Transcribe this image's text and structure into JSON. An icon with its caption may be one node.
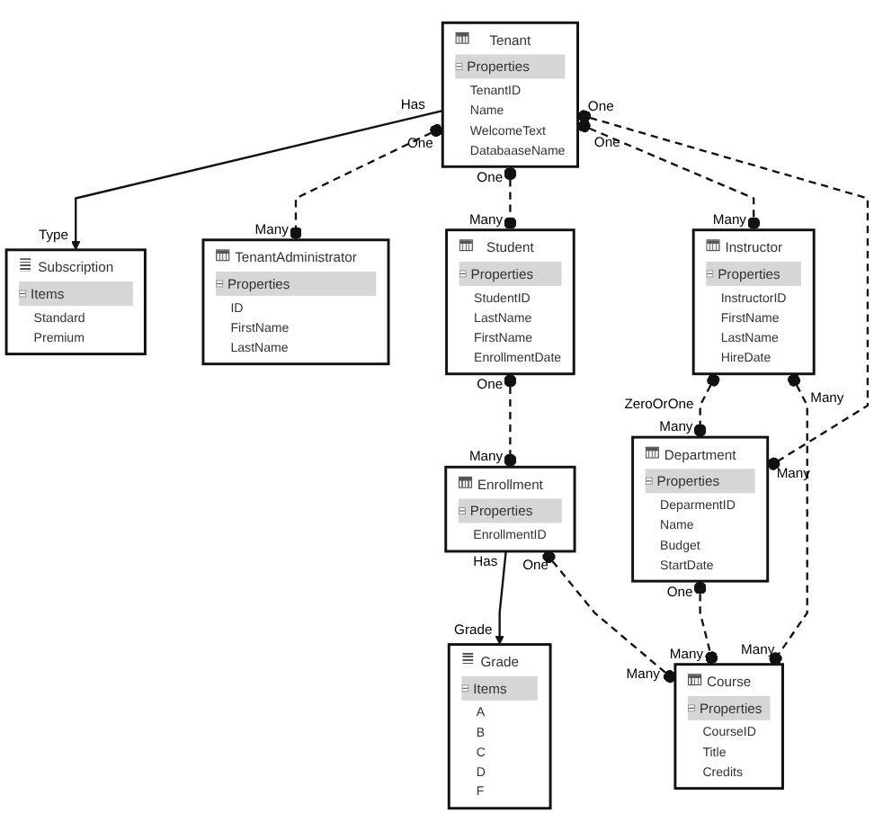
{
  "diagram": {
    "nodes": [
      {
        "text": [
          "Subscription",
          "Items",
          "Standard",
          "Premium"
        ],
        "beside": [
          "Type"
        ]
      },
      {
        "text": [
          "Tenant",
          "Properties",
          "TenantID",
          "Name",
          "WelcomeText",
          "DatabaaseName"
        ],
        "beside": [
          "Has",
          "One",
          "One",
          "One",
          "One"
        ]
      },
      {
        "text": [
          "TenantAdministrator",
          "Properties",
          "ID",
          "FirstName",
          "LastName"
        ],
        "beside": [
          "Many"
        ]
      },
      {
        "text": [
          "Student",
          "Properties",
          "StudentID",
          "LastName",
          "FirstName",
          "EnrollmentDate"
        ],
        "beside": [
          "Many",
          "One"
        ]
      },
      {
        "text": [
          "Instructor",
          "Properties",
          "InstructorID",
          "FirstName",
          "LastName",
          "HireDate"
        ],
        "beside": [
          "Many",
          "ZeroOrOne",
          "Many"
        ]
      },
      {
        "text": [
          "Department",
          "Properties",
          "DeparmentID",
          "Name",
          "Budget",
          "StartDate"
        ],
        "beside": [
          "Many",
          "Many",
          "One"
        ]
      },
      {
        "text": [
          "Grade",
          "Items",
          "A",
          "B",
          "C",
          "D",
          "F"
        ],
        "beside": [
          "Grade"
        ]
      },
      {
        "text": [
          "Enrollment",
          "Properties",
          "EnrollmentID"
        ],
        "beside": [
          "Many",
          "Has",
          "One"
        ]
      },
      {
        "text": [
          "Course",
          "Properties",
          "CourseID",
          "Title",
          "Credits"
        ],
        "beside": [
          "Many",
          "Many",
          "Many"
        ]
      }
    ],
    "edges": [
      {
        "from": 1,
        "to": 0,
        "arrow": "to"
      },
      {
        "from": 1,
        "to": 2,
        "arrow": "other",
        "style": "dashed"
      },
      {
        "from": 1,
        "to": 3,
        "arrow": "other",
        "style": "dashed"
      },
      {
        "from": 1,
        "to": 4,
        "arrow": "other",
        "style": "dashed"
      },
      {
        "from": 1,
        "to": 5,
        "arrow": "other",
        "style": "dashed"
      },
      {
        "from": 4,
        "to": 5,
        "arrow": "other",
        "style": "dashed"
      },
      {
        "from": 3,
        "to": 7,
        "arrow": "other",
        "style": "dashed"
      },
      {
        "from": 4,
        "to": 8,
        "arrow": "other",
        "style": "dashed"
      },
      {
        "from": 5,
        "to": 8,
        "arrow": "other",
        "style": "dashed"
      },
      {
        "from": 7,
        "to": 6,
        "arrow": "to"
      },
      {
        "from": 7,
        "to": 8,
        "arrow": "other",
        "style": "dashed"
      }
    ]
  }
}
